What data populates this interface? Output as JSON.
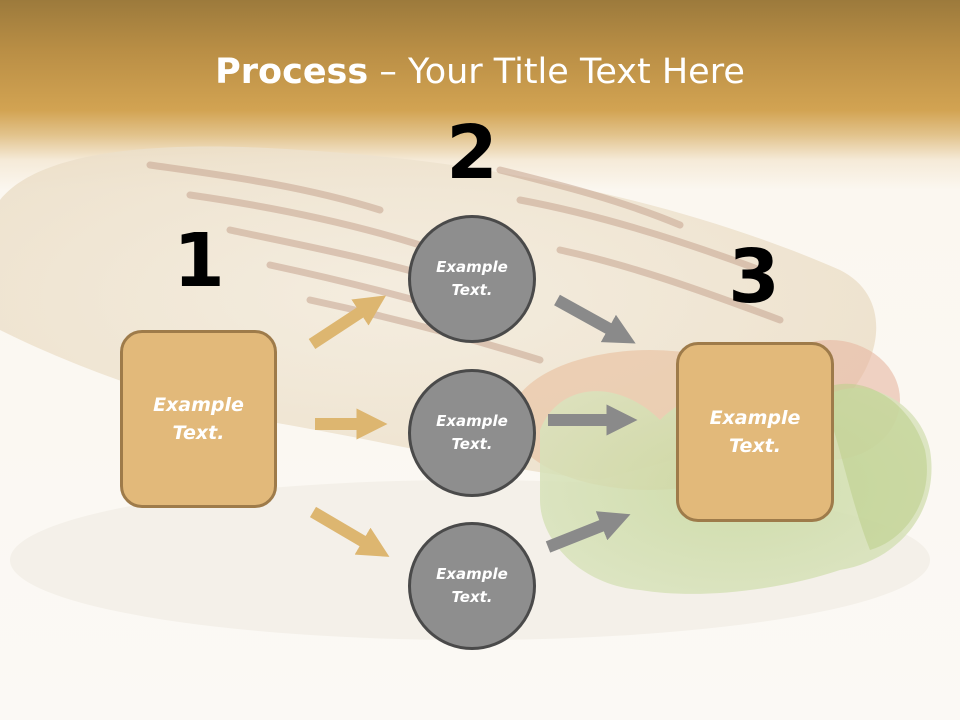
{
  "title": {
    "bold": "Process",
    "rest": " – Your Title Text Here"
  },
  "steps": {
    "one": {
      "number": "1",
      "label": "Example Text."
    },
    "two": {
      "number": "2"
    },
    "three": {
      "number": "3",
      "label": "Example Text."
    }
  },
  "circles": [
    {
      "label": "Example Text."
    },
    {
      "label": "Example Text."
    },
    {
      "label": "Example Text."
    }
  ],
  "colors": {
    "header": "#c99a4c",
    "box_fill": "#e2b97a",
    "box_border": "#9e7b4a",
    "circle_fill": "#8e8e8e",
    "circle_border": "#4a4a4a",
    "arrow_tan": "#ddb670",
    "arrow_gray": "#8a8a8a"
  }
}
